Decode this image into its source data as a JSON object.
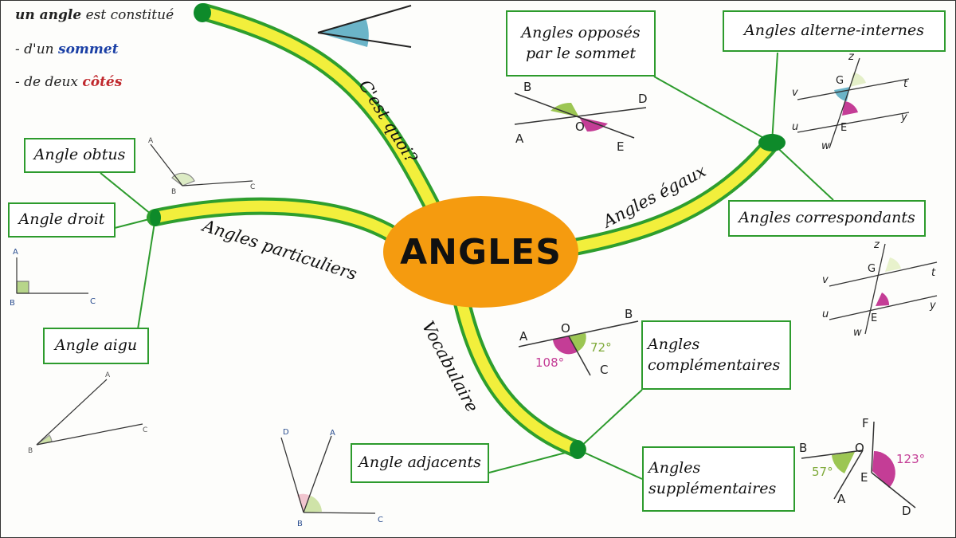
{
  "center": "ANGLES",
  "definition": {
    "line1_bold": "un angle",
    "line1_rest": "est constitué",
    "line2_prefix": "- d'un",
    "line2_keyword": "sommet",
    "line3_prefix": "- de deux",
    "line3_keyword": "côtés"
  },
  "branches": {
    "what": "C'est quoi?",
    "particular": "Angles particuliers",
    "equal": "Angles égaux",
    "vocab": "Vocabulaire"
  },
  "boxes": {
    "obtus": "Angle obtus",
    "droit": "Angle droit",
    "aigu": "Angle aigu",
    "opposes": [
      "Angles opposés",
      "par le sommet"
    ],
    "alternes": "Angles alterne-internes",
    "correspondants": "Angles correspondants",
    "complementaires": [
      "Angles",
      "complémentaires"
    ],
    "adjacents": "Angle adjacents",
    "supplementaires": [
      "Angles",
      "supplémentaires"
    ]
  },
  "labels": {
    "obtus": {
      "a": "A",
      "b": "B",
      "c": "C"
    },
    "droit": {
      "a": "A",
      "b": "B",
      "c": "C"
    },
    "aigu": {
      "a": "A",
      "b": "B",
      "c": "C"
    },
    "opposes": {
      "b": "B",
      "d": "D",
      "o": "O",
      "a": "A",
      "e": "E"
    },
    "alternes": {
      "z": "z",
      "g": "G",
      "v": "v",
      "t": "t",
      "u": "u",
      "e": "E",
      "y": "y",
      "w": "w"
    },
    "correspondants": {
      "z": "z",
      "g": "G",
      "v": "v",
      "t": "t",
      "u": "u",
      "e": "E",
      "y": "y",
      "w": "w"
    },
    "complementaires": {
      "a": "A",
      "o": "O",
      "b": "B",
      "c": "C",
      "v1": "108°",
      "v2": "72°"
    },
    "adjacents": {
      "d": "D",
      "a": "A",
      "b": "B",
      "c": "C"
    },
    "supplementaires": {
      "b": "B",
      "o": "O",
      "a": "A",
      "f": "F",
      "e": "E",
      "d": "D",
      "v1": "57°",
      "v2": "123°"
    }
  },
  "colors": {
    "branch_fill": "#f2ef3c",
    "branch_edge": "#2e9e2e",
    "node": "#0e8a2a",
    "center": "#f59b0f",
    "box_border": "#2d9b2d",
    "green_angle": "#9cc653",
    "pink_angle": "#c43d96",
    "blue_angle": "#6bb4c8",
    "keyword_blue": "#1a3fa5",
    "keyword_red": "#c0282d"
  }
}
